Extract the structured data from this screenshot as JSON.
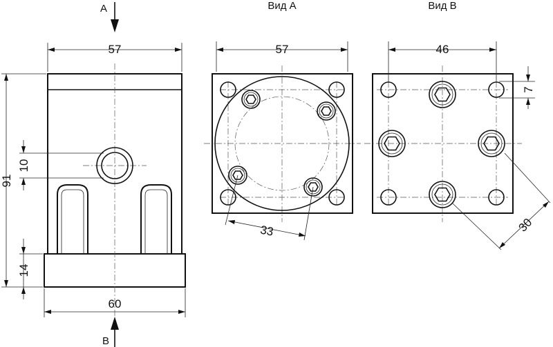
{
  "views": {
    "side": {
      "arrow_top": "A",
      "arrow_bottom": "B"
    },
    "view_a": {
      "title": "Вид A"
    },
    "view_b": {
      "title": "Вид B"
    }
  },
  "dimensions": {
    "side_width_top": "57",
    "side_width_bottom": "60",
    "side_height": "91",
    "port_offset": "10",
    "base_height": "14",
    "view_a_width": "57",
    "view_a_bolt_span": "33",
    "view_b_width": "46",
    "view_b_offset": "7",
    "view_b_diag": "30"
  }
}
